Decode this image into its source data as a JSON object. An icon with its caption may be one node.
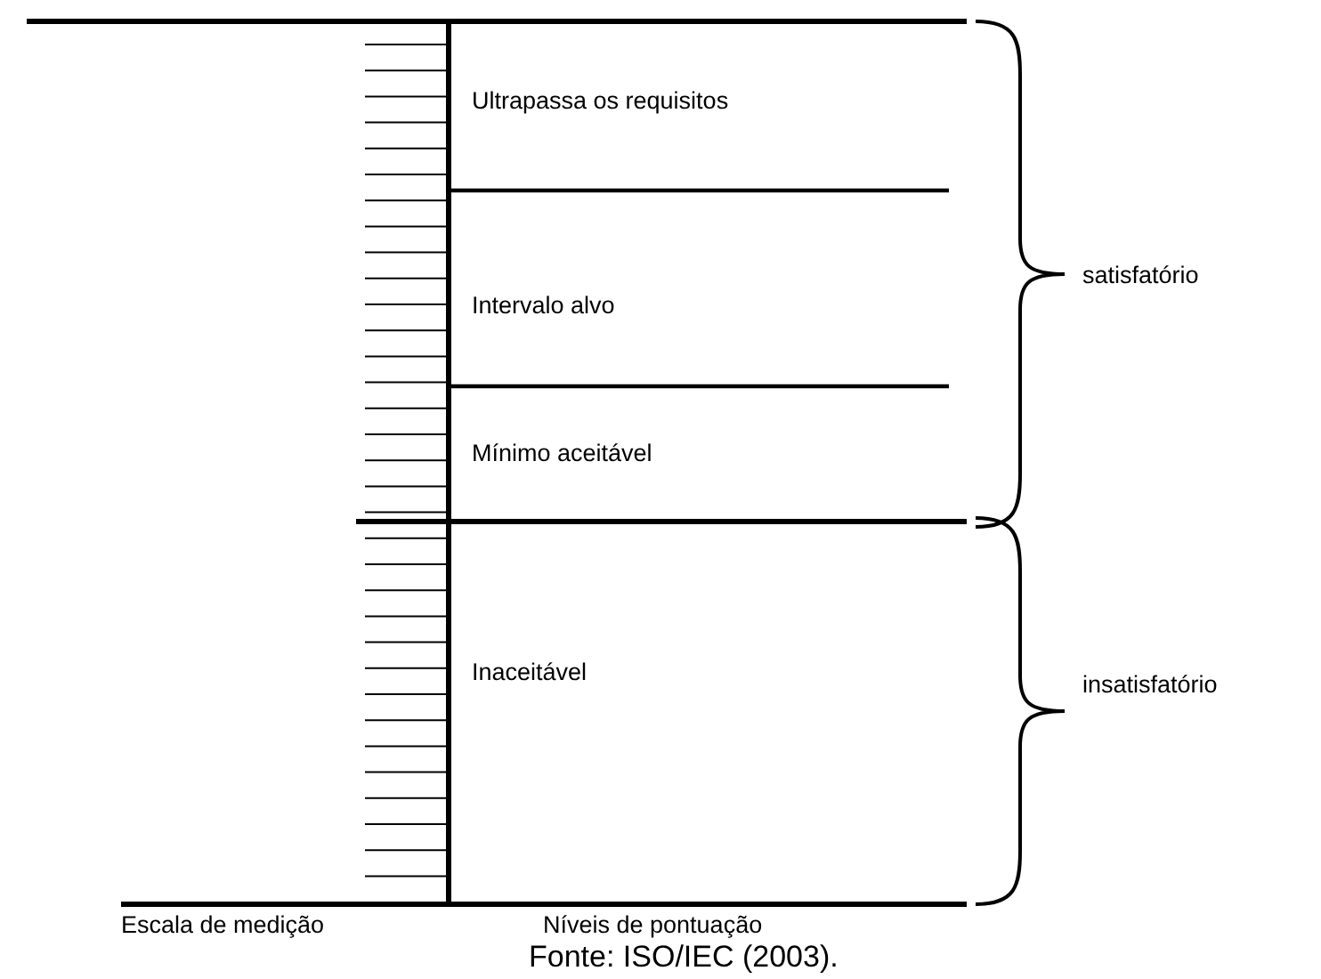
{
  "diagram": {
    "caption": "Fonte: ISO/IEC (2003).",
    "labels": [
      "Ultrapassa os requisitos",
      "Intervalo alvo",
      "Mínimo aceitável",
      "Inaceitável",
      "satisfatório",
      "insatisfatório",
      "Escala de medição",
      "Níveis de pontuação"
    ]
  }
}
